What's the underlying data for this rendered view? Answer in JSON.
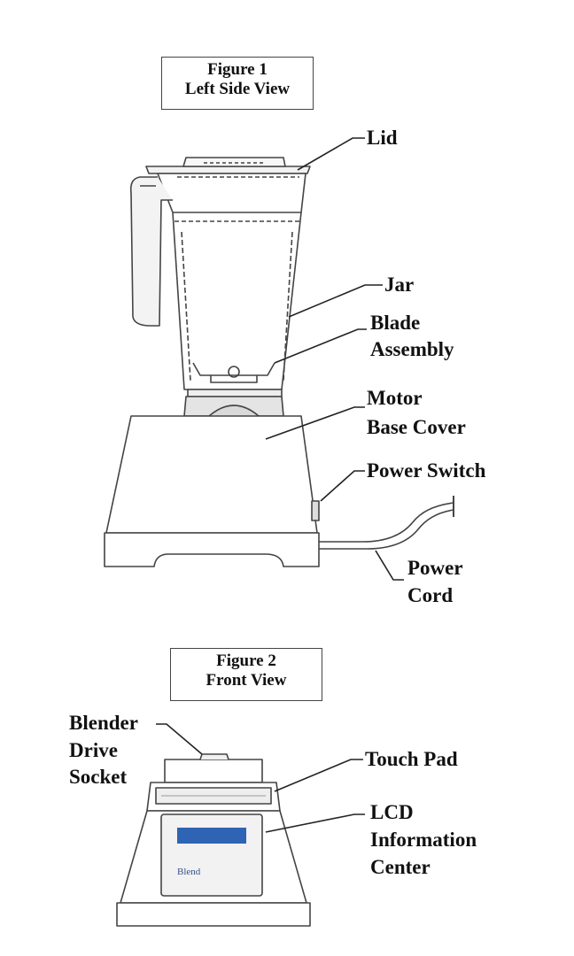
{
  "figure1": {
    "title_line1": "Figure 1",
    "title_line2": "Left Side View",
    "labels": {
      "lid": "Lid",
      "jar": "Jar",
      "blade_line1": "Blade",
      "blade_line2": "Assembly",
      "motor_line1": "Motor",
      "motor_line2": "Base Cover",
      "power_switch": "Power Switch",
      "cord_line1": "Power",
      "cord_line2": "Cord"
    }
  },
  "figure2": {
    "title_line1": "Figure 2",
    "title_line2": "Front View",
    "labels": {
      "socket_line1": "Blender",
      "socket_line2": "Drive",
      "socket_line3": "Socket",
      "touch_pad": "Touch Pad",
      "lcd_line1": "LCD",
      "lcd_line2": "Information",
      "lcd_line3": "Center"
    },
    "brand_logo": "Blend",
    "lcd_screen_color": "#2f63b3"
  }
}
